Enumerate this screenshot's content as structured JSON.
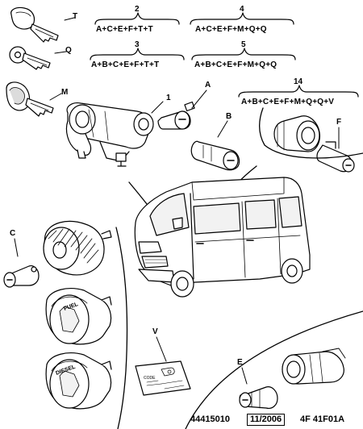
{
  "combos": [
    {
      "number": "2",
      "formula": "A+C+E+F+T+T"
    },
    {
      "number": "4",
      "formula": "A+C+E+F+M+Q+Q"
    },
    {
      "number": "3",
      "formula": "A+B+C+E+F+T+T"
    },
    {
      "number": "5",
      "formula": "A+B+C+E+F+M+Q+Q"
    },
    {
      "number": "14",
      "formula": "A+B+C+E+F+M+Q+Q+V"
    }
  ],
  "part_labels": {
    "T": "T",
    "Q": "Q",
    "M": "M",
    "one": "1",
    "A": "A",
    "B": "B",
    "C": "C",
    "E": "E",
    "F": "F",
    "V": "V"
  },
  "card": {
    "code_label": "CODE"
  },
  "caps": {
    "fuel": "FUEL",
    "diesel": "DIESEL"
  },
  "footer": {
    "ref": "44415010",
    "date": "11/2006",
    "code": "4F 41F01A"
  }
}
